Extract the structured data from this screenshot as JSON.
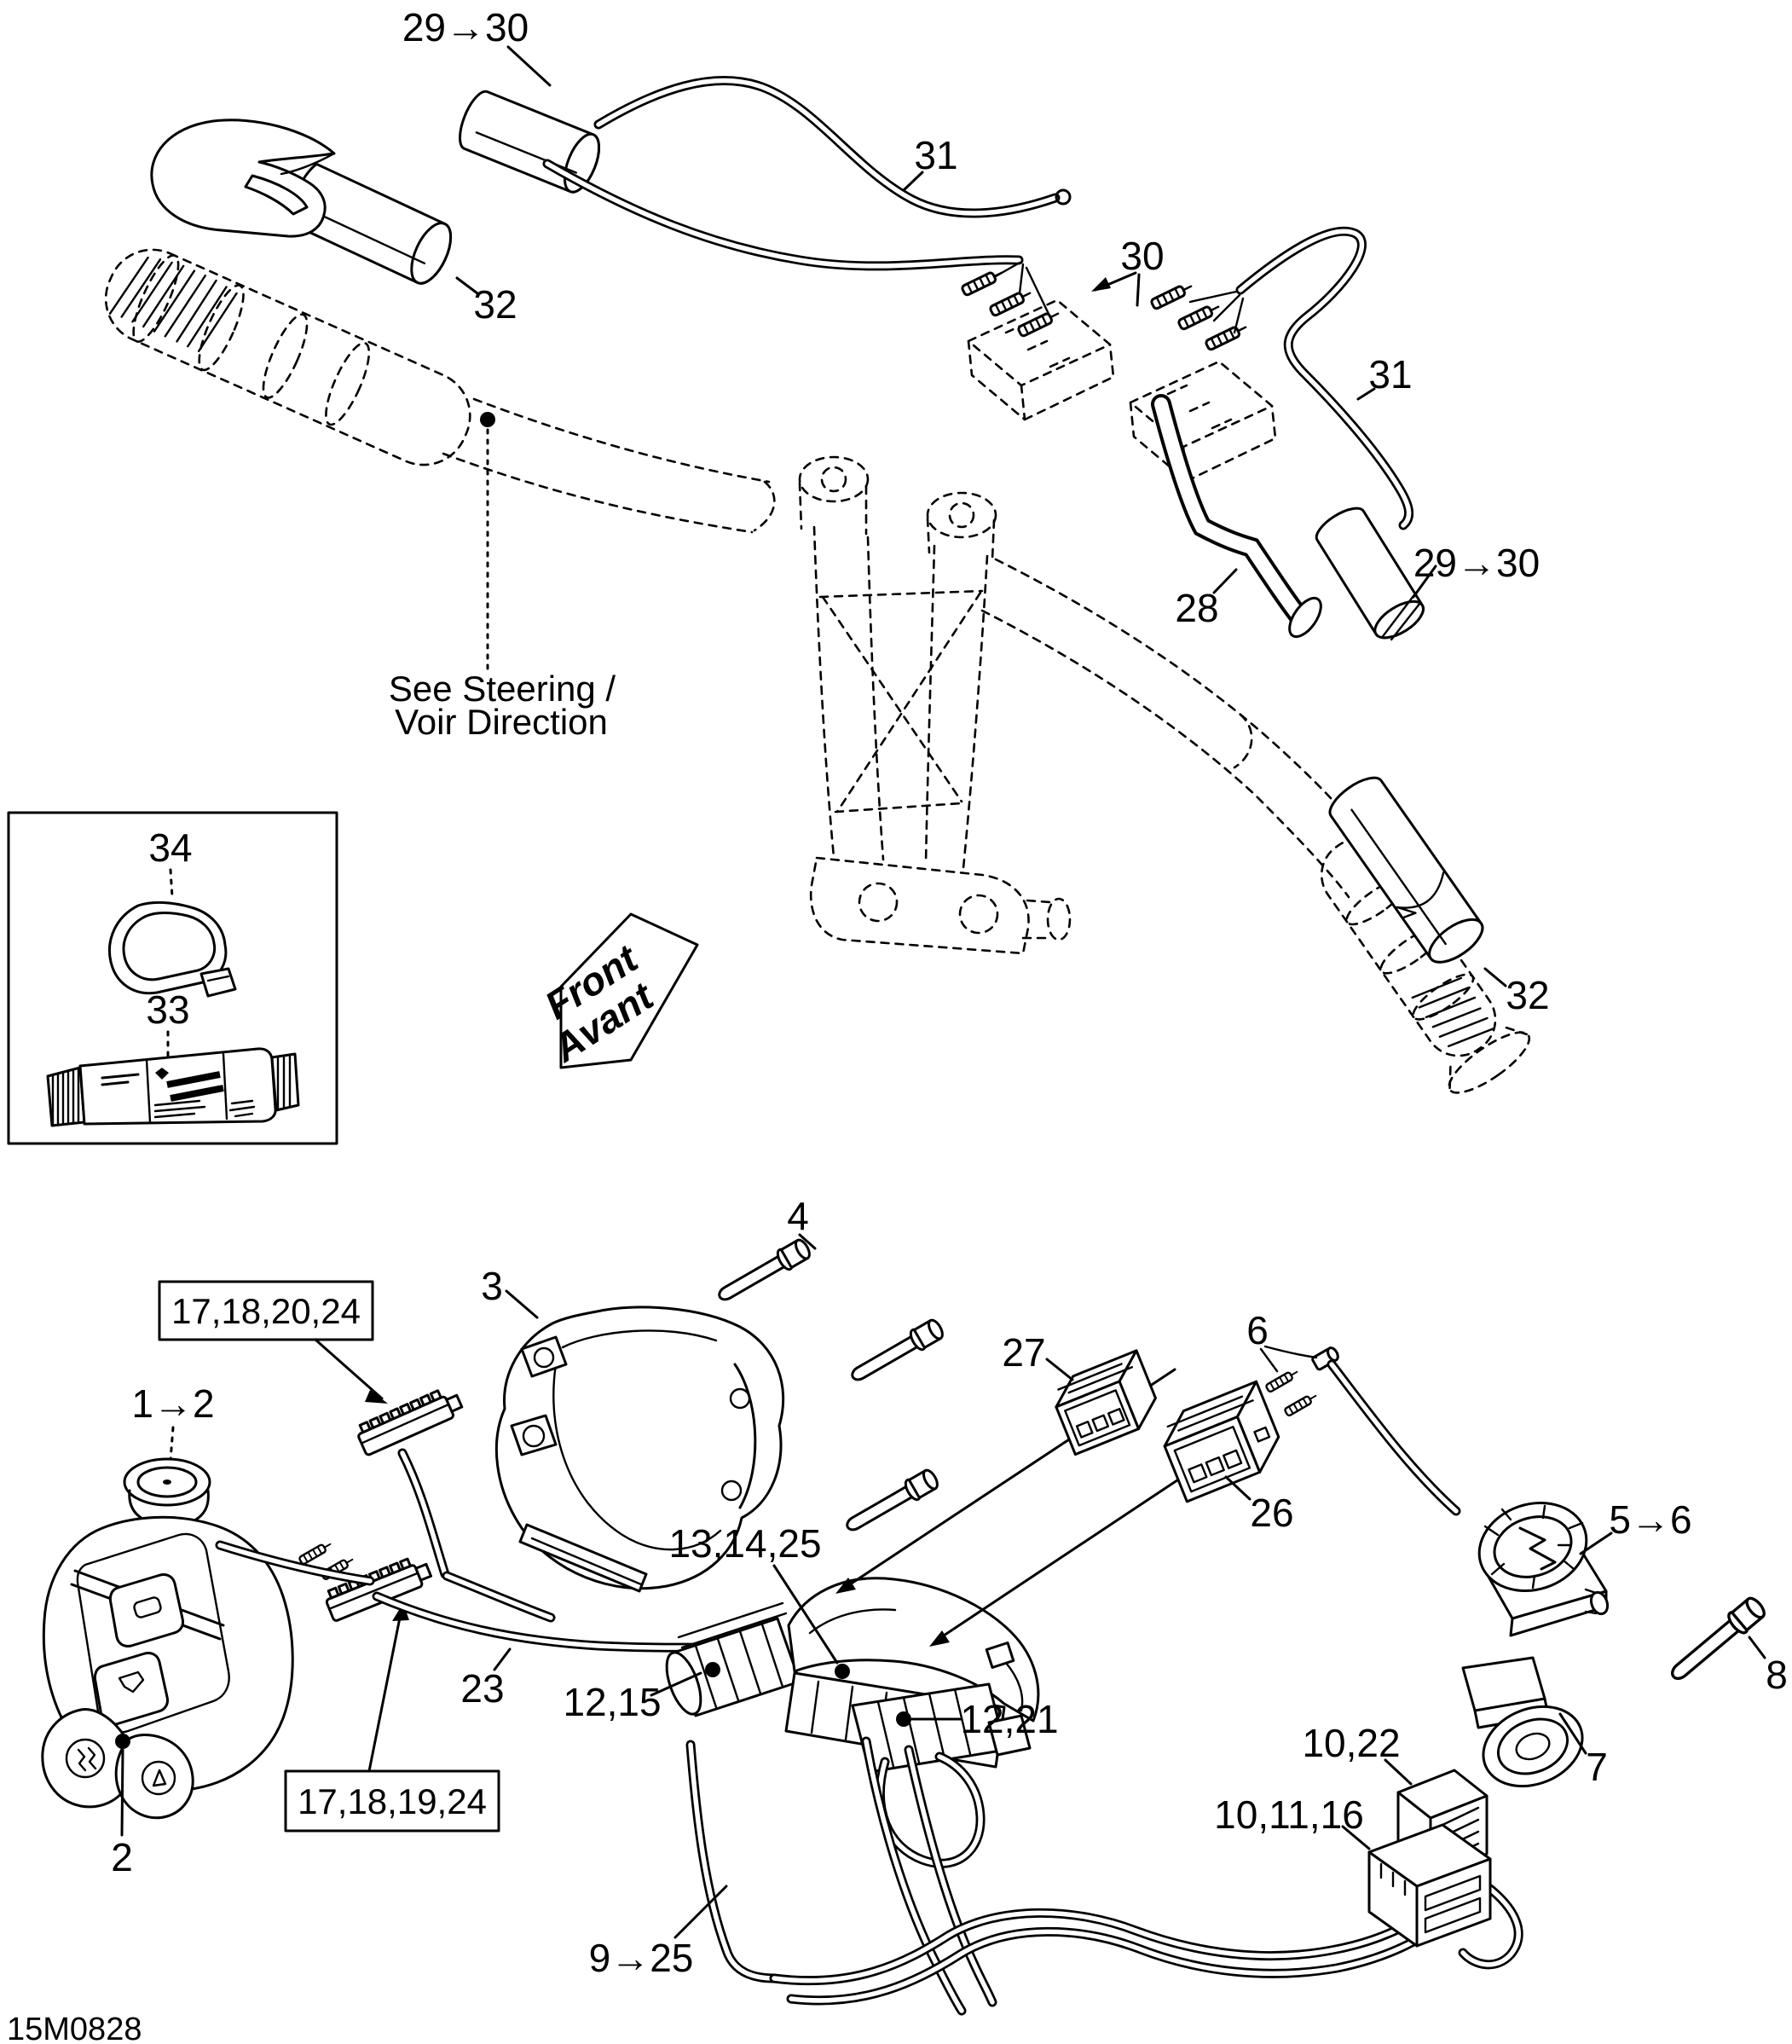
{
  "diagram": {
    "drawing_number": "15M0828",
    "note": {
      "line1": "See Steering /",
      "line2": "Voir Direction"
    },
    "direction_arrow": {
      "line1": "Front",
      "line2": "Avant"
    },
    "colors": {
      "ink": "#000000",
      "background": "#ffffff"
    },
    "callouts": {
      "grip_sleeve_top": "29→30",
      "harness_wire_top": "31",
      "grip_heater_sleeve_left": "32",
      "wire_terminals_top": "30",
      "handlebar_tube": "28",
      "harness_wire_right": "31",
      "grip_sleeve_right": "29→30",
      "grip_heater_sleeve_right": "32",
      "clip": "34",
      "grease_tube": "33",
      "screws": "4",
      "switch_housing_cup": "3",
      "connector_male": "27",
      "connector_female": "26",
      "terminal_pins": "6",
      "engine_cutoff_switch": "5→6",
      "dess_screw": "8",
      "dess_post": "7",
      "multifunction_switch": "1→2",
      "switch_lower": "2",
      "connector_strip_upper": "17,18,20,24",
      "connector_strip_lower": "17,18,19,24",
      "main_harness": "23",
      "brake_connector_left": "12,15",
      "brake_connector_housing": "13,14,25",
      "brake_connector_right": "12,21",
      "harness_bundle": "9→25",
      "relay_upper": "10,22",
      "relay_lower": "10,11,16"
    }
  }
}
